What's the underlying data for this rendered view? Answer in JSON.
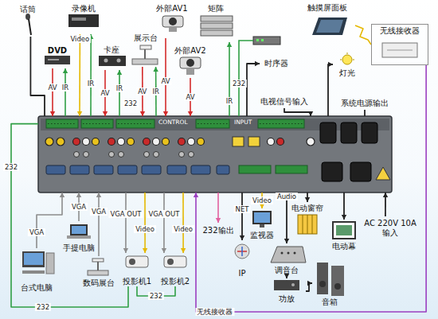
{
  "diagram": {
    "nodes": [
      {
        "text": [
          "CONTROL",
          "INPUT"
        ]
      },
      {
        "text": [
          "话筒"
        ]
      },
      {
        "text": [
          "DVD"
        ]
      },
      {
        "text": [
          "录像机"
        ]
      },
      {
        "text": [
          "卡座"
        ]
      },
      {
        "text": [
          "展示台"
        ]
      },
      {
        "text": [
          "外部AV1"
        ]
      },
      {
        "text": [
          "外部AV2"
        ]
      },
      {
        "text": [
          "矩阵"
        ]
      },
      {
        "text": [
          "触摸屏面板"
        ]
      },
      {
        "text": [
          "无线接收器"
        ]
      },
      {
        "text": [
          "时序器"
        ]
      },
      {
        "text": [
          "灯光"
        ]
      },
      {
        "text": [
          "电视信号输入"
        ]
      },
      {
        "text": [
          "系统电源输出"
        ]
      },
      {
        "text": [
          "电动窗帘"
        ]
      },
      {
        "text": [
          "电动幕"
        ]
      },
      {
        "text": [
          "AC 220V 10A 输入"
        ]
      },
      {
        "text": [
          "232输出"
        ]
      },
      {
        "text": [
          "IP"
        ]
      },
      {
        "text": [
          "监视器"
        ]
      },
      {
        "text": [
          "调音台"
        ]
      },
      {
        "text": [
          "功放"
        ]
      },
      {
        "text": [
          "音箱"
        ]
      },
      {
        "text": [
          "投影机1"
        ]
      },
      {
        "text": [
          "投影机2"
        ]
      },
      {
        "text": [
          "台式电脑"
        ]
      },
      {
        "text": [
          "手提电脑"
        ]
      },
      {
        "text": [
          "数码展台"
        ]
      }
    ],
    "edges": [
      {
        "from": 1,
        "to": 0,
        "arrow": "none"
      },
      {
        "from": 2,
        "to": 0,
        "arrow": "to",
        "label": "AV"
      },
      {
        "from": 0,
        "to": 2,
        "arrow": "to",
        "label": "IR"
      },
      {
        "from": 3,
        "to": 0,
        "arrow": "to",
        "label": "Video"
      },
      {
        "from": 0,
        "to": 3,
        "arrow": "to",
        "label": "IR"
      },
      {
        "from": 4,
        "to": 0,
        "arrow": "to",
        "label": "AV"
      },
      {
        "from": 0,
        "to": 4,
        "arrow": "to",
        "label": "IR"
      },
      {
        "from": 5,
        "to": 0,
        "arrow": "to",
        "label": "AV"
      },
      {
        "from": 0,
        "to": 5,
        "arrow": "to",
        "label": "IR"
      },
      {
        "from": 6,
        "to": 0,
        "arrow": "to",
        "label": "AV"
      },
      {
        "from": 7,
        "to": 0,
        "arrow": "to",
        "label": "AV"
      },
      {
        "from": 0,
        "to": 8,
        "arrow": "to",
        "label": "IR"
      },
      {
        "from": 9,
        "to": 10,
        "arrow": "none"
      },
      {
        "from": 10,
        "to": 0,
        "arrow": "to",
        "label": "无线接收器"
      },
      {
        "from": 0,
        "to": 11,
        "arrow": "to"
      },
      {
        "from": 0,
        "to": 12,
        "arrow": "to"
      },
      {
        "from": 13,
        "to": 0,
        "arrow": "to"
      },
      {
        "from": 14,
        "to": 0,
        "arrow": "none"
      },
      {
        "from": 0,
        "to": 15,
        "arrow": "to"
      },
      {
        "from": 0,
        "to": 16,
        "arrow": "to"
      },
      {
        "from": 17,
        "to": 0,
        "arrow": "to"
      },
      {
        "from": 0,
        "to": 18,
        "arrow": "to"
      },
      {
        "from": 0,
        "to": 19,
        "arrow": "to",
        "label": "NET"
      },
      {
        "from": 0,
        "to": 20,
        "arrow": "to",
        "label": "Video"
      },
      {
        "from": 0,
        "to": 21,
        "arrow": "to",
        "label": "Audio"
      },
      {
        "from": 21,
        "to": 22,
        "arrow": "to"
      },
      {
        "from": 22,
        "to": 23,
        "arrow": "to"
      },
      {
        "from": 26,
        "to": 0,
        "arrow": "to",
        "label": "VGA"
      },
      {
        "from": 27,
        "to": 0,
        "arrow": "to",
        "label": "VGA"
      },
      {
        "from": 28,
        "to": 0,
        "arrow": "to",
        "label": "VGA"
      },
      {
        "from": 0,
        "to": 24,
        "arrow": "to",
        "label": "VGA OUT"
      },
      {
        "from": 0,
        "to": 24,
        "arrow": "to",
        "label": "Video"
      },
      {
        "from": 0,
        "to": 25,
        "arrow": "to",
        "label": "VGA OUT"
      },
      {
        "from": 0,
        "to": 25,
        "arrow": "to",
        "label": "Video"
      },
      {
        "from": 24,
        "to": 25,
        "arrow": "none",
        "label": "232"
      },
      {
        "from": 0,
        "to": 24,
        "arrow": "none",
        "label": "232"
      }
    ],
    "labels": [
      "232",
      "232",
      "232"
    ]
  }
}
